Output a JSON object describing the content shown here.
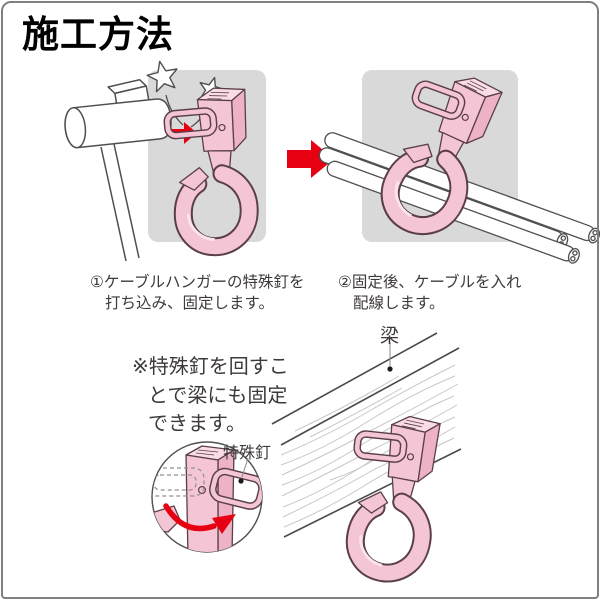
{
  "title": "施工方法",
  "steps": [
    {
      "line1": "①ケーブルハンガーの特殊釘を",
      "line2": "打ち込み、固定します。"
    },
    {
      "line1": "②固定後、ケーブルを入れ",
      "line2": "配線します。"
    }
  ],
  "note": {
    "line1": "※特殊釘を回すこ",
    "line2": "とで梁にも固定",
    "line3": "できます。"
  },
  "labels": {
    "beam": "梁",
    "special_nail": "特殊釘"
  },
  "colors": {
    "accent_red": "#e60012",
    "hanger_pink": "#f4c5d5",
    "hanger_pink_light": "#f9dce6",
    "hanger_pink_shade": "#eeb2c6",
    "hanger_outline": "#5a4046",
    "panel_gray": "#d9d9d9",
    "line_gray": "#4f4f4f",
    "wood_grain": "#cac6c3",
    "text": "#3e3a39",
    "frame_border": "#808080"
  }
}
